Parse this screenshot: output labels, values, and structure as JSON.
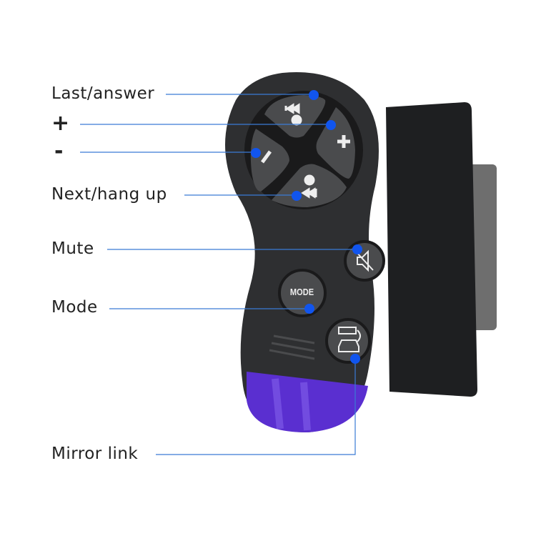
{
  "callouts": {
    "last_answer": "Last/answer",
    "plus": "+",
    "minus": "-",
    "next_hang_up": "Next/hang up",
    "mute": "Mute",
    "mode": "Mode",
    "mirror_link": "Mirror link"
  },
  "device": {
    "mode_button_text": "MODE"
  },
  "colors": {
    "callout_line": "#3a7bd5",
    "callout_dot": "#1155ee",
    "body": "#2e2f31",
    "button": "#4a4b4d",
    "led_window": "#5a2fd0"
  }
}
